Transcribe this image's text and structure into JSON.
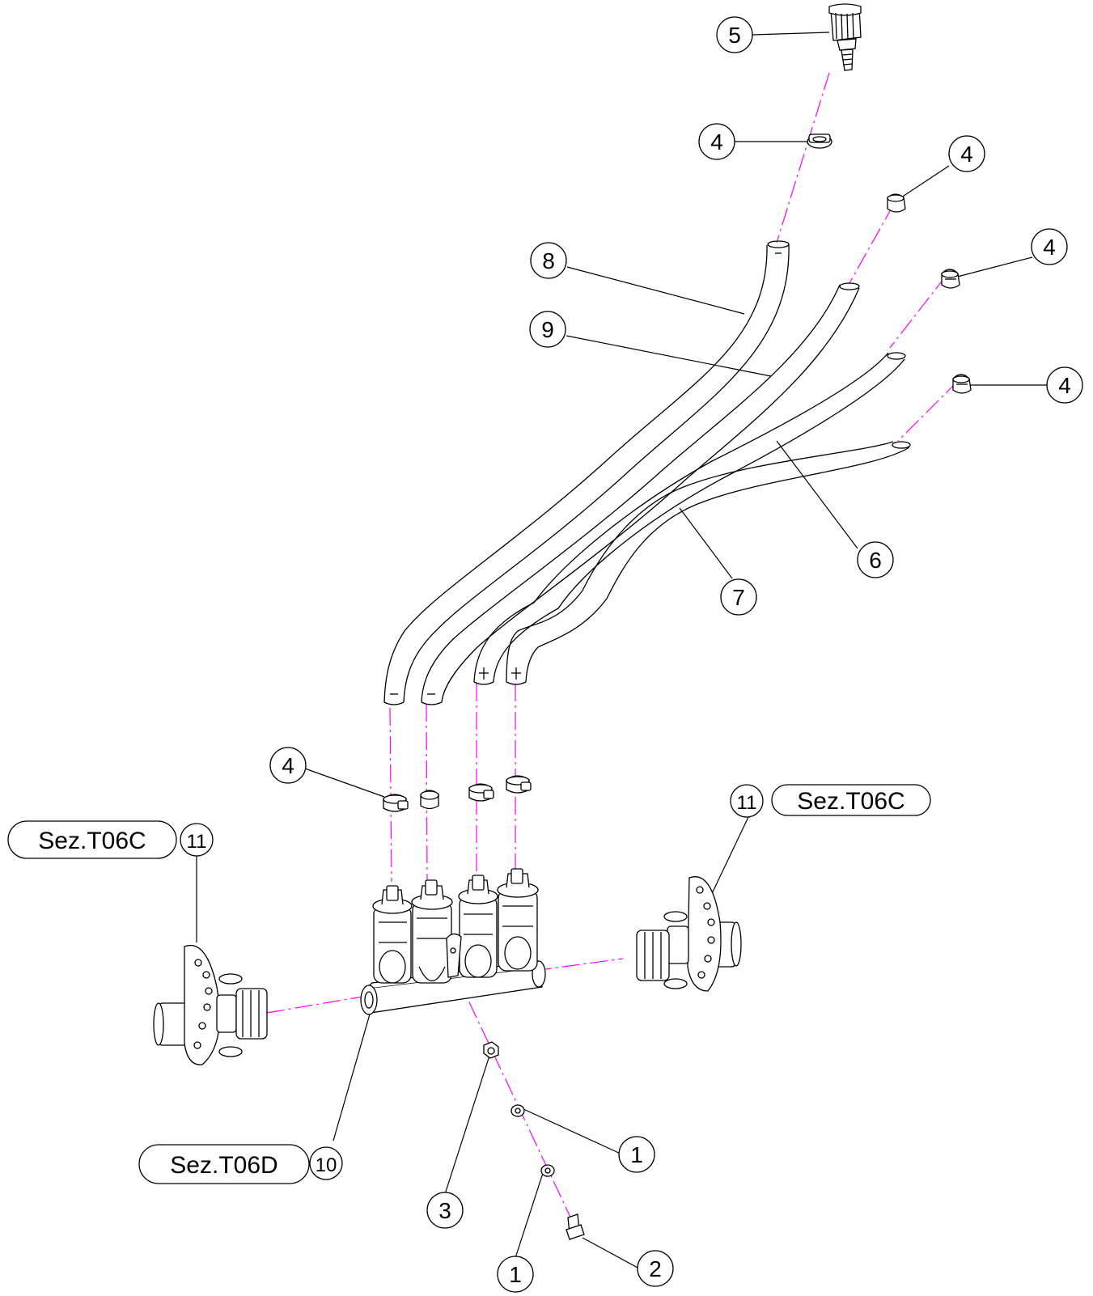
{
  "colors": {
    "background": "#ffffff",
    "line": "#000000",
    "centerline": "#ff00ff"
  },
  "balloons": [
    {
      "id": "b5",
      "label": "5",
      "part": "hose-nipple-ring-nut"
    },
    {
      "id": "b4a",
      "label": "4",
      "part": "hose-clamp"
    },
    {
      "id": "b4b",
      "label": "4",
      "part": "hose-clamp"
    },
    {
      "id": "b4c",
      "label": "4",
      "part": "hose-clamp"
    },
    {
      "id": "b4d",
      "label": "4",
      "part": "hose-clamp"
    },
    {
      "id": "b4e",
      "label": "4",
      "part": "hose-clamp"
    },
    {
      "id": "b8",
      "label": "8",
      "part": "hose"
    },
    {
      "id": "b9",
      "label": "9",
      "part": "hose"
    },
    {
      "id": "b6",
      "label": "6",
      "part": "hose"
    },
    {
      "id": "b7",
      "label": "7",
      "part": "hose"
    },
    {
      "id": "b11a",
      "label": "11",
      "part": "tank-fitting"
    },
    {
      "id": "b11b",
      "label": "11",
      "part": "tank-fitting"
    },
    {
      "id": "b10",
      "label": "10",
      "part": "valve-manifold"
    },
    {
      "id": "b3",
      "label": "3",
      "part": "nut"
    },
    {
      "id": "b1a",
      "label": "1",
      "part": "washer"
    },
    {
      "id": "b1b",
      "label": "1",
      "part": "washer"
    },
    {
      "id": "b2",
      "label": "2",
      "part": "screw"
    }
  ],
  "references": [
    {
      "id": "ref-left",
      "label": "Sez.T06C"
    },
    {
      "id": "ref-right",
      "label": "Sez.T06C"
    },
    {
      "id": "ref-bottom",
      "label": "Sez.T06D"
    }
  ]
}
